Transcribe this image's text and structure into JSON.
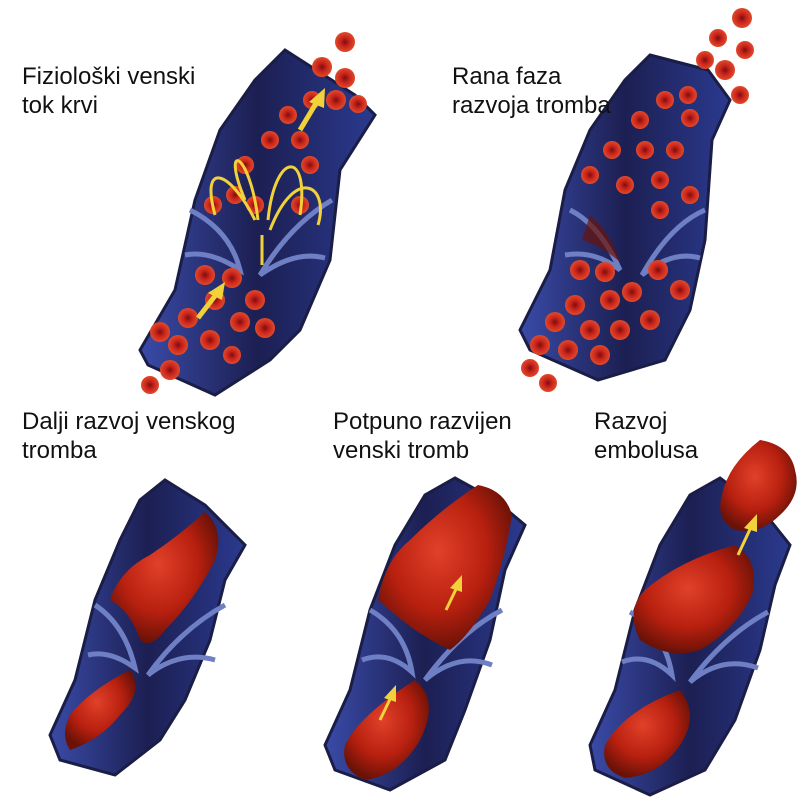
{
  "panels": [
    {
      "id": "physiological-flow",
      "label_lines": [
        "Fiziološki venski",
        "tok krvi"
      ]
    },
    {
      "id": "early-phase",
      "label_lines": [
        "Rana faza",
        "razvoja tromba"
      ]
    },
    {
      "id": "further-development",
      "label_lines": [
        "Dalji razvoj venskog",
        "tromba"
      ]
    },
    {
      "id": "fully-developed",
      "label_lines": [
        "Potpuno razvijen",
        "venski tromb"
      ]
    },
    {
      "id": "embolus",
      "label_lines": [
        "Razvoj",
        "embolusa"
      ]
    }
  ],
  "colors": {
    "vein_outer": "#2b3a8f",
    "vein_inner": "#1c1f52",
    "valve": "#6f7fc4",
    "blood_cell": "#c8231c",
    "blood_cell_dark": "#7a0f0c",
    "thrombus": "#b8200f",
    "flow_arrow": "#f2d23a"
  }
}
